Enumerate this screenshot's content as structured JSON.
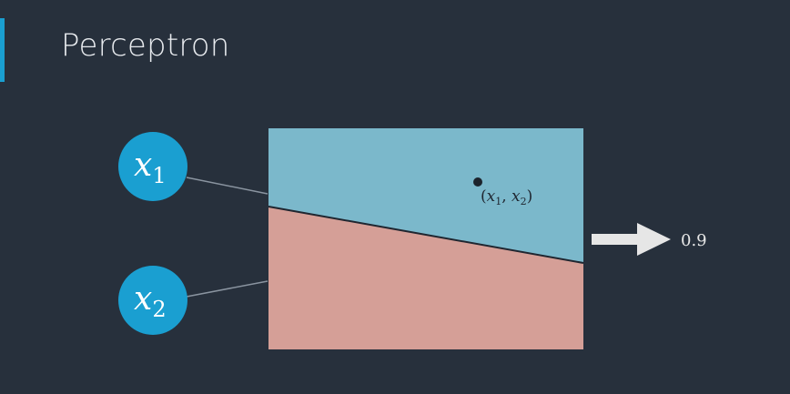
{
  "title": "Perceptron",
  "inputs": [
    {
      "label": "x",
      "subscript": "1"
    },
    {
      "label": "x",
      "subscript": "2"
    }
  ],
  "point": {
    "label_var": "x",
    "sub1": "1",
    "sub2": "2"
  },
  "output": "0.9",
  "colors": {
    "background": "#27303c",
    "accent": "#1a9fd1",
    "input_circle": "#1a9fd1",
    "region_positive": "#7bb8cb",
    "region_negative": "#d59f97",
    "arrow": "#e6e6e6"
  }
}
